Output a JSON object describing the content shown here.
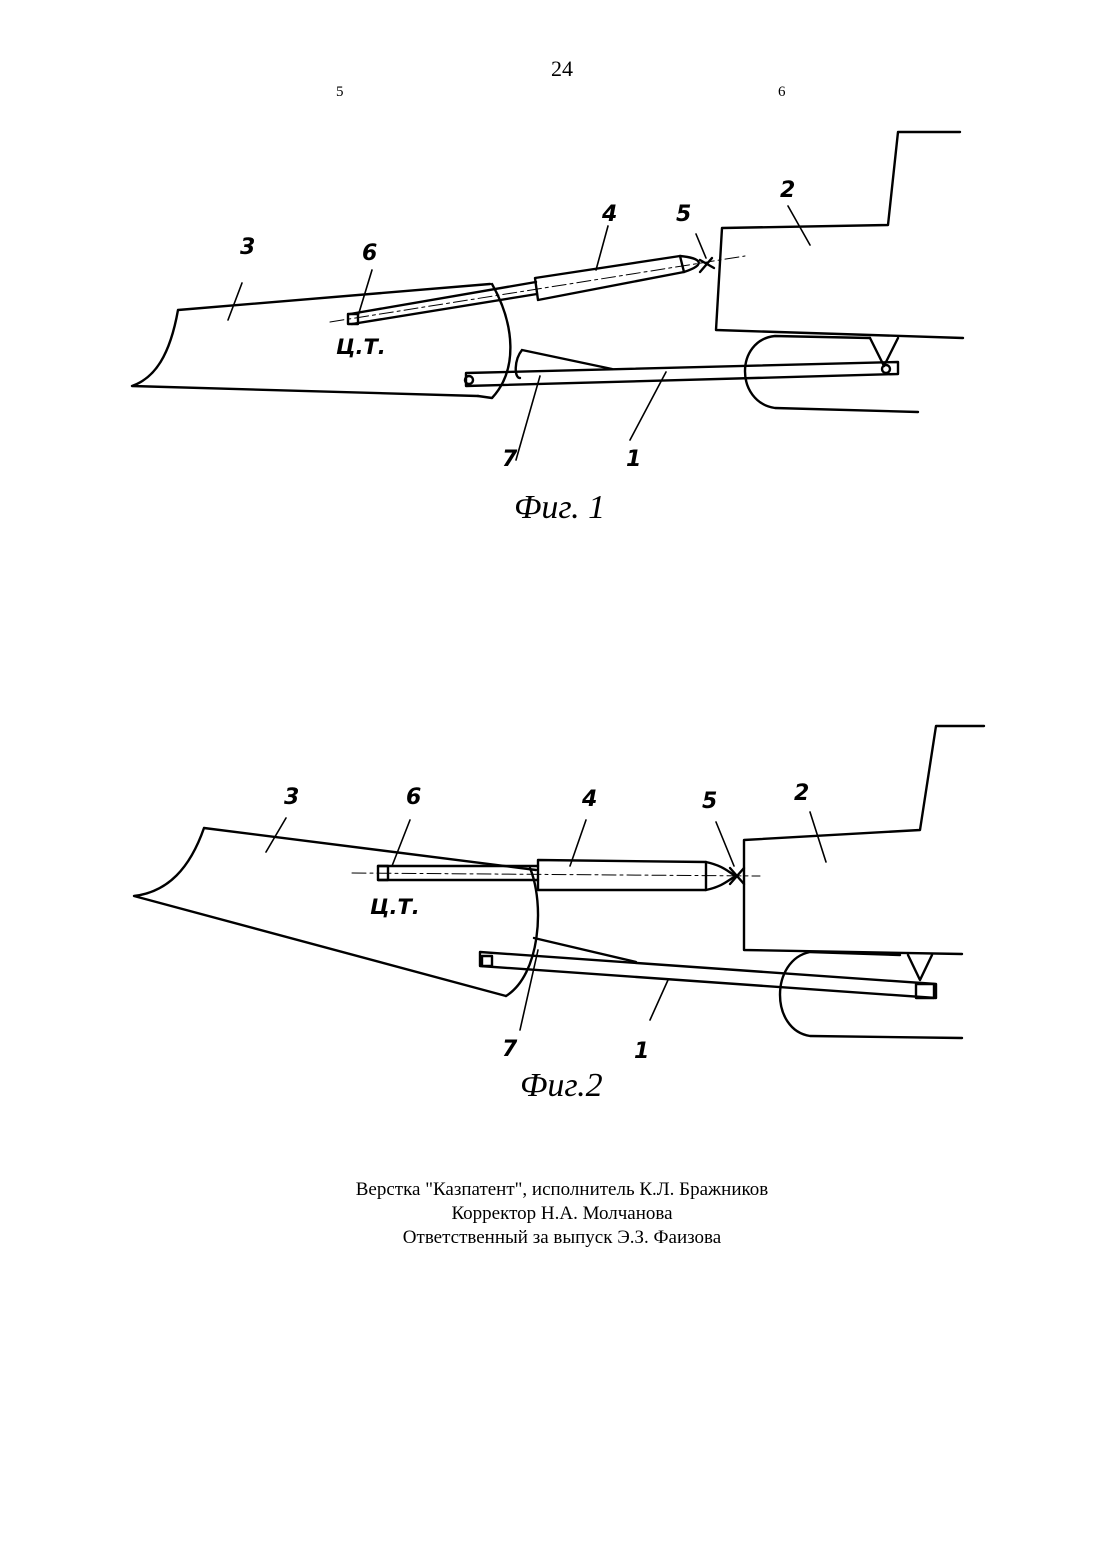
{
  "header": {
    "page_number": "24",
    "column_left": "5",
    "column_right": "6"
  },
  "figure1": {
    "labels": {
      "part1": "1",
      "part2": "2",
      "part3": "3",
      "part4": "4",
      "part5": "5",
      "part6": "6",
      "part7": "7",
      "center_of_gravity": "Ц.Т."
    },
    "caption": "Фиг. 1"
  },
  "figure2": {
    "labels": {
      "part1": "1",
      "part2": "2",
      "part3": "3",
      "part4": "4",
      "part5": "5",
      "part6": "6",
      "part7": "7",
      "center_of_gravity": "Ц.Т."
    },
    "caption": "Фиг.2"
  },
  "footer": {
    "line1": "Верстка \"Казпатент\", исполнитель К.Л. Бражников",
    "line2": "Корректор Н.А. Молчанова",
    "line3": "Ответственный за выпуск Э.З. Фаизова"
  }
}
